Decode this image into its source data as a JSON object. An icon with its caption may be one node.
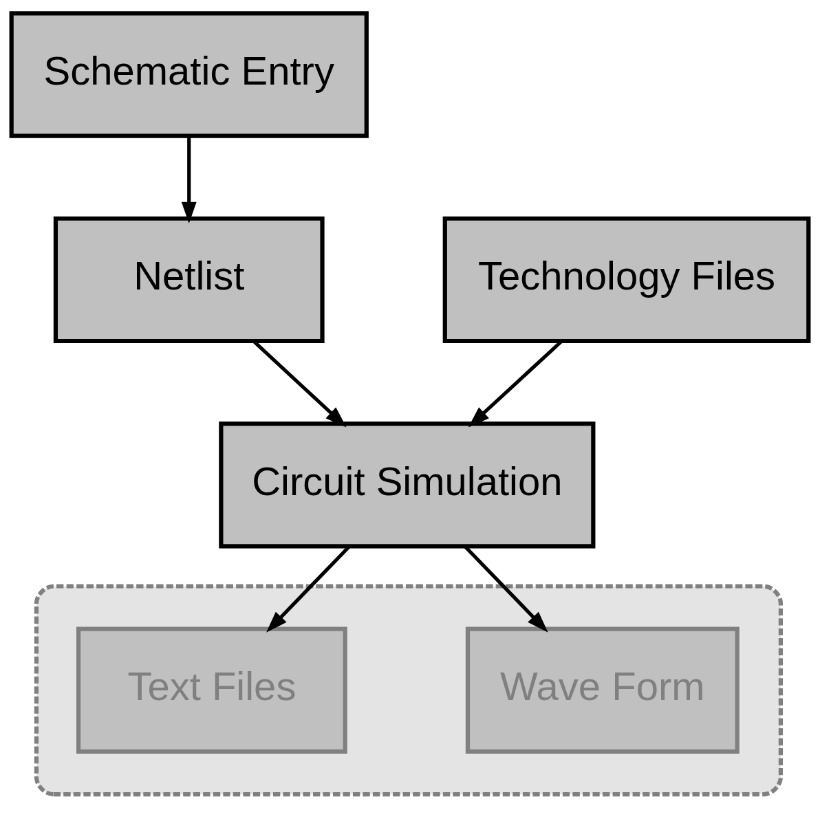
{
  "diagram": {
    "nodes": [
      {
        "text": [
          "Schematic Entry"
        ]
      },
      {
        "text": [
          "Netlist"
        ]
      },
      {
        "text": [
          "Technology Files"
        ]
      },
      {
        "text": [
          "Circuit Simulation"
        ]
      },
      {
        "text": [],
        "shape": "box"
      },
      {
        "text": [
          "Text Files"
        ],
        "in": 4
      },
      {
        "text": [
          "Wave Form"
        ],
        "in": 4
      }
    ],
    "edges": [
      {
        "from": 0,
        "to": 1,
        "arrow": "to"
      },
      {
        "from": 1,
        "to": 3,
        "arrow": "to"
      },
      {
        "from": 2,
        "to": 3,
        "arrow": "to"
      },
      {
        "from": 3,
        "to": 5,
        "arrow": "to"
      },
      {
        "from": 3,
        "to": 6,
        "arrow": "to"
      }
    ]
  }
}
